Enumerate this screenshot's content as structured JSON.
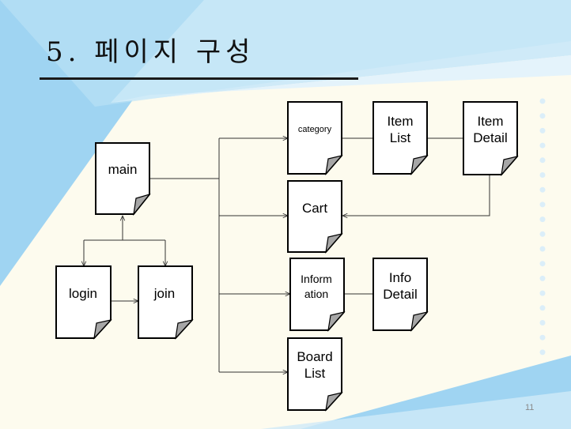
{
  "slide": {
    "title": "5. 페이지 구성",
    "page_number": "11"
  },
  "nodes": {
    "main": "main",
    "login": "login",
    "join": "join",
    "category": "category",
    "cart": "Cart",
    "information": [
      "Inform",
      "ation"
    ],
    "board_list": [
      "Board",
      "List"
    ],
    "item_list": [
      "Item",
      "List"
    ],
    "item_detail": [
      "Item",
      "Detail"
    ],
    "info_detail": [
      "Info",
      "Detail"
    ]
  },
  "colors": {
    "background": "#fdfbee",
    "accent_blue": "#9fd4f2",
    "accent_light": "#cfeaf8",
    "page_fold": "#a6a6a6"
  }
}
